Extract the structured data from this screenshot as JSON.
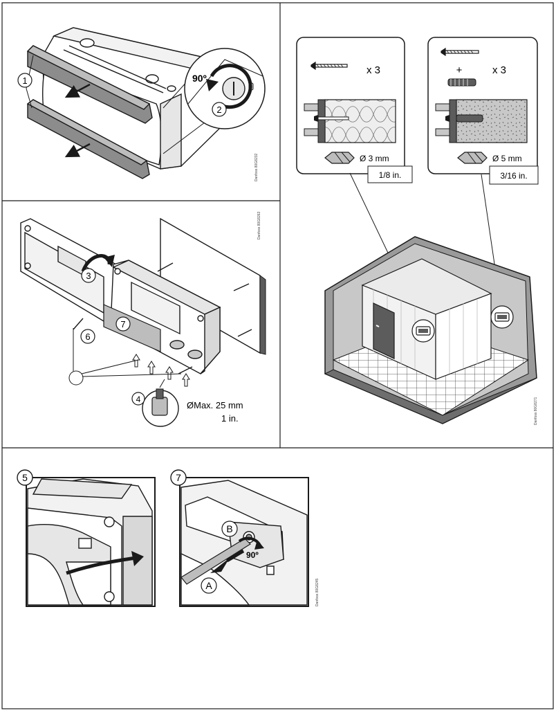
{
  "panel1": {
    "callout_1": "1",
    "callout_2": "2",
    "angle": "90º",
    "ref_code": "Danfoss 80G8232"
  },
  "panel2": {
    "callout_3": "3",
    "callout_4": "4",
    "callout_6": "6",
    "callout_7": "7",
    "cable_max_metric": "ØMax. 25 mm",
    "cable_max_imperial": "1 in.",
    "ref_code": "Danfoss 80G8263"
  },
  "panel3": {
    "left_qty": "x 3",
    "left_drill": "Ø 3 mm",
    "left_drill_imperial": "1/8 in.",
    "right_plus": "+",
    "right_qty": "x 3",
    "right_drill": "Ø 5 mm",
    "right_drill_imperial": "3/16 in.",
    "ref_code": "Danfoss 80G8271"
  },
  "panel5": {
    "callout": "5"
  },
  "panel7": {
    "callout": "7",
    "label_a": "A",
    "label_b": "B",
    "angle": "90º",
    "ref_code": "Danfoss 80G8245"
  },
  "colors": {
    "line": "#1a1a1a",
    "grey_light": "#e6e6e6",
    "grey_mid": "#9a9a9a",
    "grey_dark": "#5c5c5c",
    "concrete": "#c8c8c8"
  }
}
